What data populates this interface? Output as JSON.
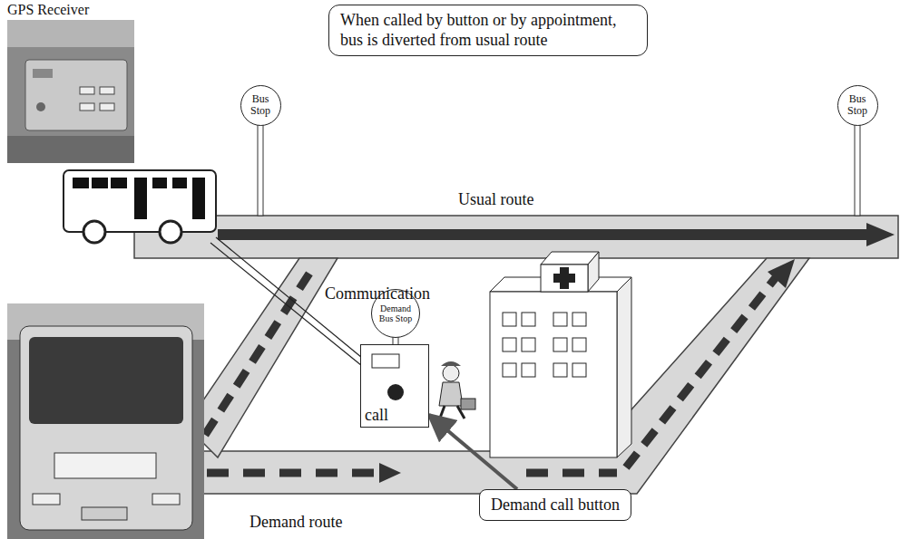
{
  "diagram": {
    "nodes": [
      {
        "text": [
          "When called by button or by appointment, bus is diverted from usual route"
        ]
      },
      {
        "text": [
          "Bus Stop"
        ]
      },
      {
        "text": [
          "Bus Stop"
        ]
      },
      {
        "text": [
          "Demand Bus Stop"
        ]
      },
      {
        "text": [
          "call"
        ]
      },
      {
        "text": [
          "Demand call button"
        ]
      }
    ],
    "edges": [
      {
        "from": 5,
        "to": 4,
        "arrow": "to"
      }
    ],
    "labels": [
      "GPS Receiver",
      "Usual route",
      "Communication",
      "Demand route"
    ]
  }
}
